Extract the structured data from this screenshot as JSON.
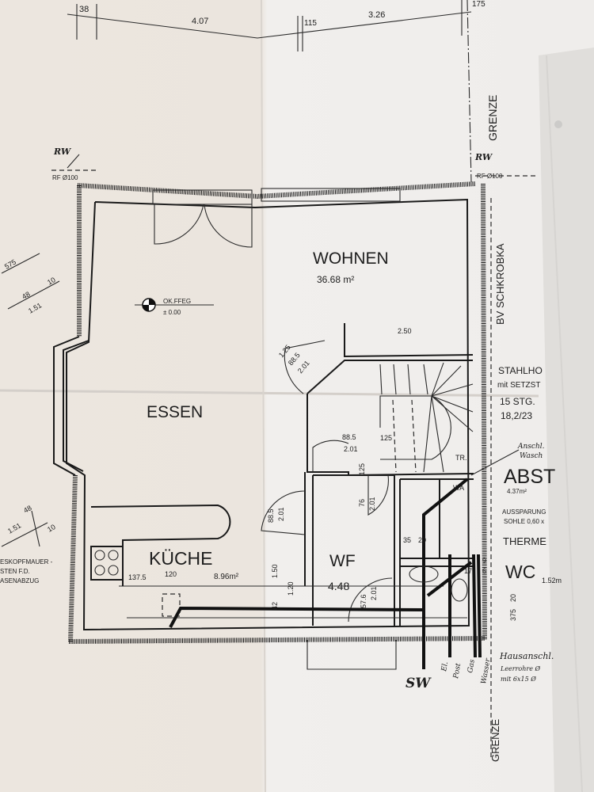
{
  "rooms": {
    "wohnen": {
      "name": "WOHNEN",
      "area": "36.68 m²"
    },
    "essen": {
      "name": "ESSEN"
    },
    "kueche": {
      "name": "KÜCHE",
      "area": "8.96m²"
    },
    "wf": {
      "name": "WF",
      "area": "4.48"
    },
    "abst": {
      "name": "ABST",
      "area": "4.37m²"
    },
    "wc": {
      "name": "WC",
      "area": "1.52m"
    }
  },
  "top_dims": [
    "38",
    "4.07",
    "115",
    "3.26",
    "175"
  ],
  "labels": {
    "grenze_top": "GRENZE",
    "grenze_bottom": "GRENZE",
    "rw_left": "RW",
    "rw_right": "RW",
    "rf_left": "RF Ø100",
    "rf_right": "RF Ø100",
    "neighbor": "BV SCHKROBKA",
    "level": "OK.FFEG",
    "level_value": "± 0.00",
    "stair1": "STAHLHO",
    "stair2": "mit SETZST",
    "stair3": "15 STG.",
    "stair4": "18,2/23",
    "ansch1": "Anschl.",
    "ansch2": "Wasch",
    "aussparung": "AUSSPARUNG",
    "sohle": "SOHLE 0,60 x",
    "therme": "THERME",
    "haus1": "Hausanschl.",
    "haus2": "Leerrohre Ø",
    "haus3": "mit 6x15 Ø",
    "chimney1": "ESKOPFMAUER -",
    "chimney2": "STEN  F.D.",
    "chimney3": "ASENABZUG",
    "tr": "TR.",
    "wa": "WA",
    "sw": "SW",
    "el": "El.",
    "post": "Post",
    "gas": "Gas",
    "wasser": "Wasser"
  },
  "dims": {
    "d575": "575",
    "d48a": "48",
    "d10a": "10",
    "d151a": "1.51",
    "d48b": "48",
    "d10b": "10",
    "d151b": "1.51",
    "d250": "2.50",
    "d125a": "1.25",
    "d885a": "88.5",
    "d201a": "2.01",
    "d885b": "88.5",
    "d201b": "2.01",
    "d125b": "125",
    "d125c": "125",
    "d76": "76",
    "d201c": "2.01",
    "d885c": "88.5",
    "d201d": "2.01",
    "d150": "1.50",
    "d120": "1.20",
    "d42": "42",
    "d1375": "137.5",
    "d120b": "120",
    "d35": "35",
    "d20": "20",
    "d576": "57.6",
    "d201e": "2.01",
    "d17": "17",
    "d6": "6",
    "d9": "9",
    "d20b": "20",
    "d375": "375"
  }
}
